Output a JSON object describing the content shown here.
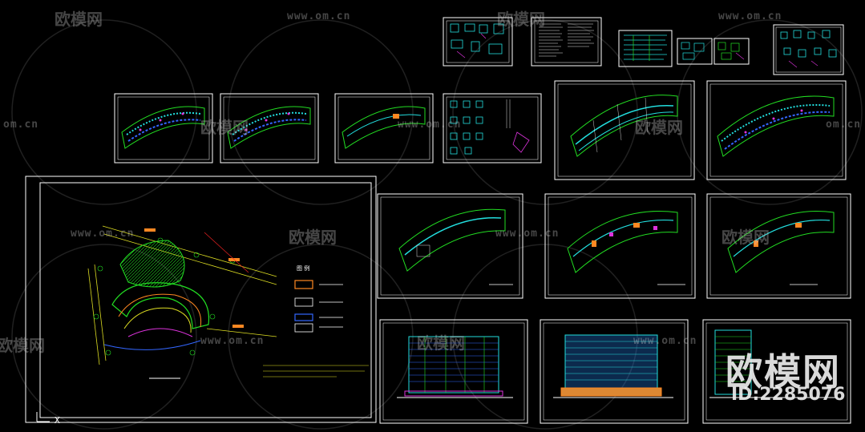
{
  "watermark": {
    "brand": "欧模网",
    "url": "www.om.cn",
    "url_short": "om.cn",
    "id_text": "ID:2285076",
    "color": "#c8c8c8"
  },
  "drawing": {
    "background": "#000000",
    "sheet_border": "#ffffff",
    "line_colors": {
      "green": "#22dd22",
      "cyan": "#22dddd",
      "magenta": "#dd33dd",
      "yellow": "#dddd22",
      "red": "#ee2222",
      "blue": "#3366ff",
      "orange": "#ff8822",
      "white": "#ffffff"
    }
  },
  "site_plan_legend": {
    "title": "图 例"
  },
  "ucs_icon": "X"
}
